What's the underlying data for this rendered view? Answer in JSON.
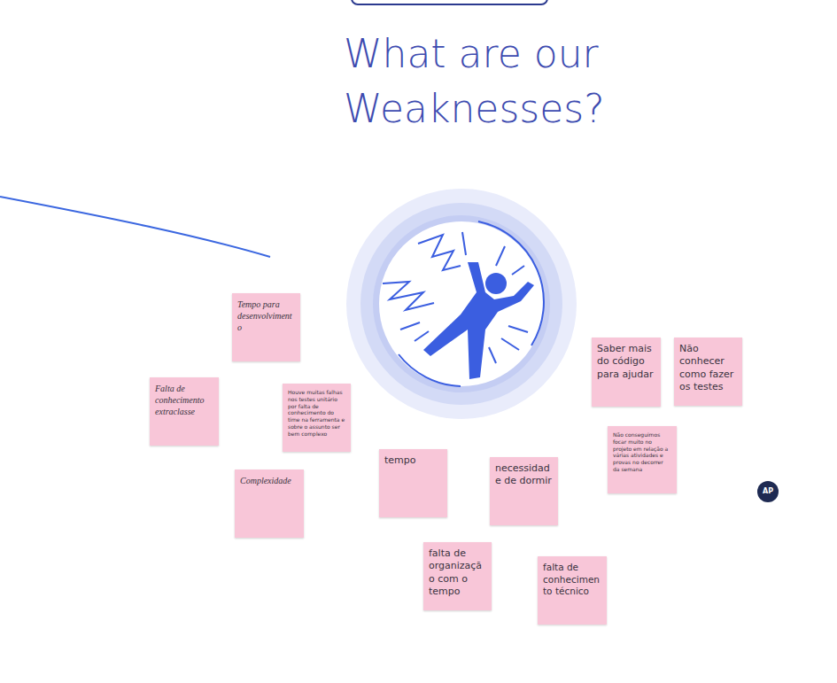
{
  "diagram": {
    "title": "What are our Weaknesses?",
    "nodes": [
      {
        "text": [
          "Tempo para desenvolvimento"
        ]
      },
      {
        "text": [
          "Saber mais do código para ajudar"
        ]
      },
      {
        "text": [
          "Não conhecer como fazer os testes"
        ]
      },
      {
        "text": [
          "Falta de conhecimento extraclasse"
        ]
      },
      {
        "text": [
          "Houve muitas falhas nos testes unitário por falta de conhecimento do time na ferramenta e sobre o assunto ser bem complexo"
        ]
      },
      {
        "text": [
          "Não conseguimos focar muito no projeto em relação a várias atividades e provas no decorrer da semana"
        ]
      },
      {
        "text": [
          "tempo"
        ]
      },
      {
        "text": [
          "necessidade de dormir"
        ]
      },
      {
        "text": [
          "Complexidade"
        ]
      },
      {
        "text": [
          "falta de organização com o tempo"
        ]
      },
      {
        "text": [
          "falta de conhecimento técnico"
        ]
      }
    ],
    "labels": [
      "AP"
    ]
  }
}
